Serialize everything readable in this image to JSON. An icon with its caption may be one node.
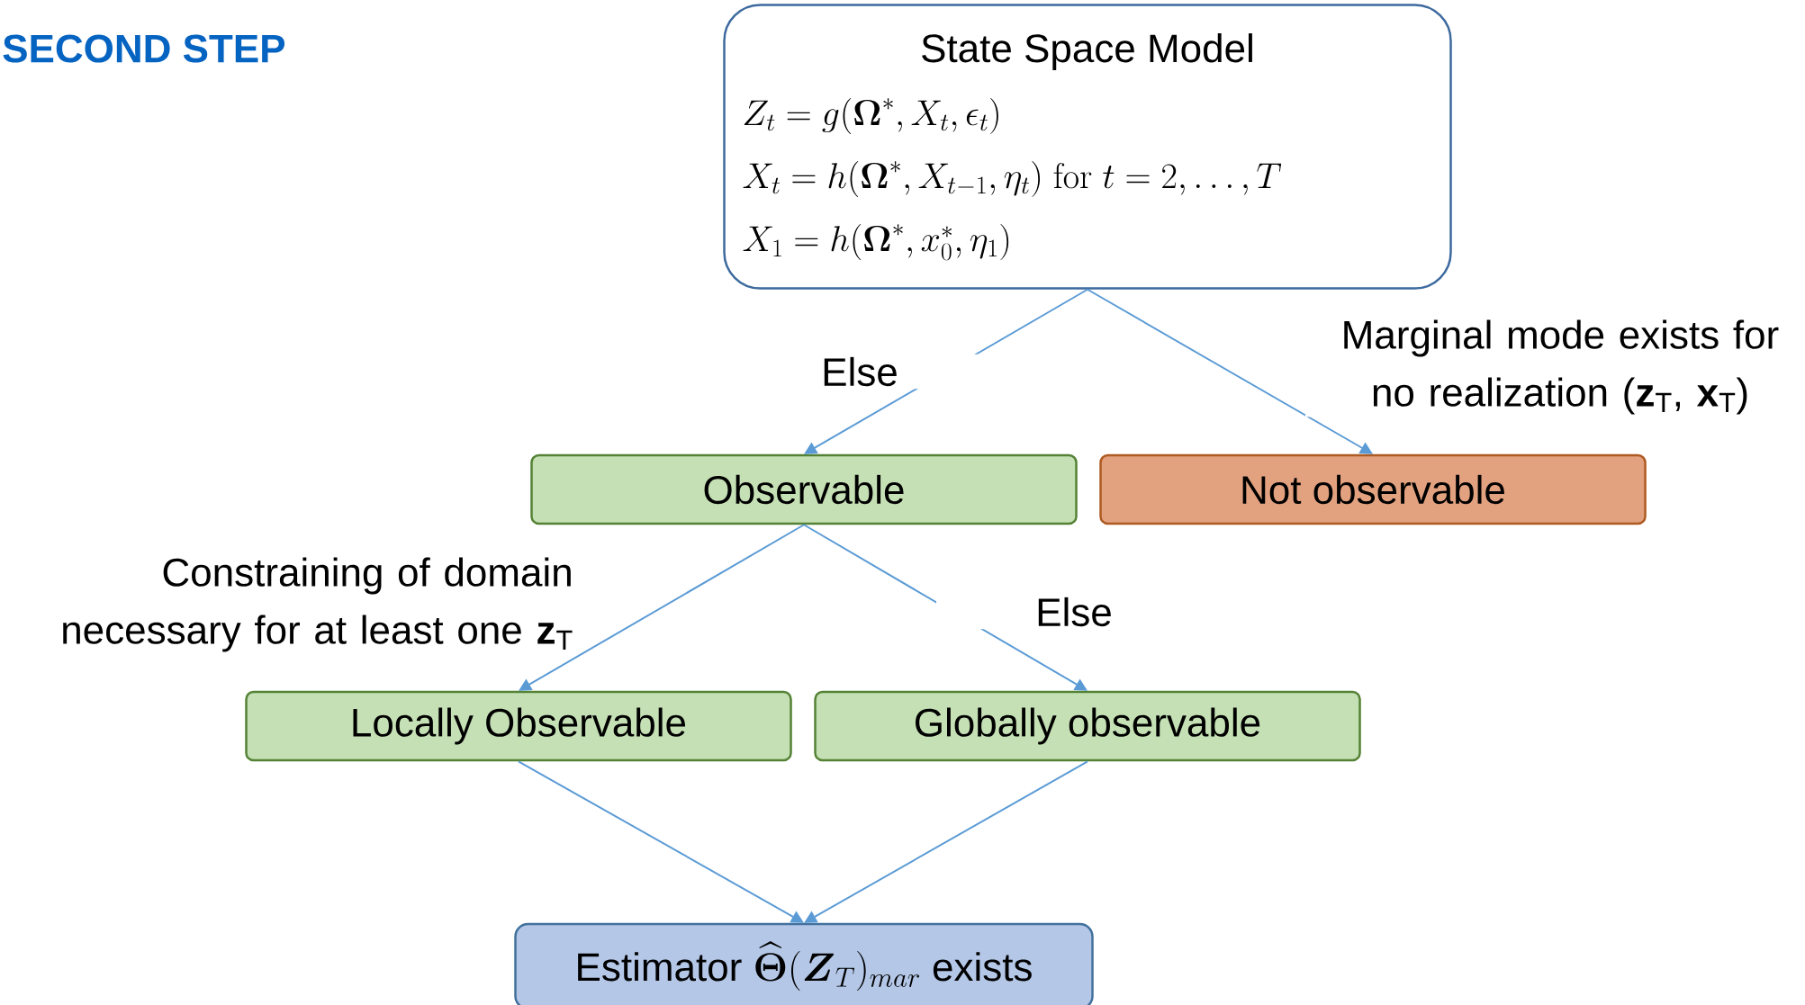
{
  "diagram": {
    "title": "SECOND STEP",
    "nodes": [
      {
        "text": [
          "State Space Model",
          "Z_t = g(\\boldsymbol{\\Omega}^*, X_t, \\epsilon_t)",
          "X_t = h(\\boldsymbol{\\Omega}^*, X_{t-1}, \\eta_t)\\ \\mathrm{for}\\ t = 2, \\ldots, T",
          "X_1 = h(\\boldsymbol{\\Omega}^*, x_0^*, \\eta_1)"
        ]
      },
      {
        "text": [
          "Observable"
        ]
      },
      {
        "text": [
          "Not observable"
        ]
      },
      {
        "text": [
          "Locally Observable"
        ]
      },
      {
        "text": [
          "Globally observable"
        ]
      },
      {
        "text": [
          "\\text{Estimator }\\widehat{\\boldsymbol{\\Theta}}(\\boldsymbol{Z}_T)_{mar}\\text{ exists}"
        ]
      }
    ],
    "edges": [
      {
        "from": 0,
        "to": 1,
        "arrow": "to",
        "label": "Else"
      },
      {
        "from": 0,
        "to": 2,
        "arrow": "to",
        "label": "Marginal mode exists for no realization (**z**$_{T}$, **x**$_{T}$)"
      },
      {
        "from": 1,
        "to": 3,
        "arrow": "to",
        "label": "Constraining of domain necessary for at least one **z**$_{T}$"
      },
      {
        "from": 1,
        "to": 4,
        "arrow": "to",
        "label": "Else"
      },
      {
        "from": 3,
        "to": 5,
        "arrow": "to"
      },
      {
        "from": 4,
        "to": 5,
        "arrow": "to"
      }
    ]
  }
}
